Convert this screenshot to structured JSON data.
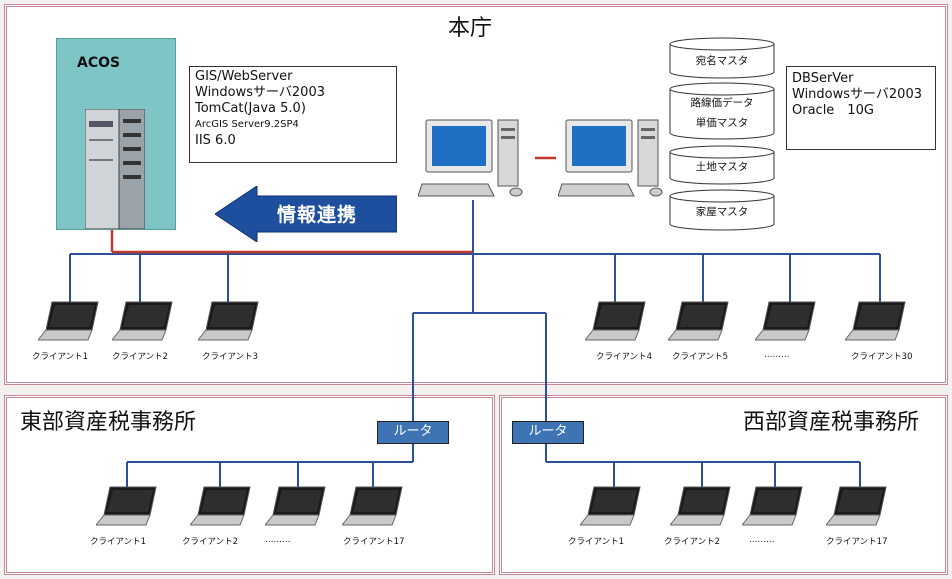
{
  "regions": {
    "honcho": "本庁",
    "east": "東部資産税事務所",
    "west": "西部資産税事務所"
  },
  "acos": "ACOS",
  "gis_server": {
    "line1": "GIS/WebServer",
    "line2": "Windowsサーバ2003",
    "line3": "TomCat(Java 5.0)",
    "line4": "ArcGIS Server9.2SP4",
    "line5": "IIS 6.0"
  },
  "db_server": {
    "line1": "DBSerVer",
    "line2": "Windowsサーバ2003",
    "line3": "Oracle　10G"
  },
  "databases": {
    "db1": "宛名マスタ",
    "db2a": "路線価データ",
    "db2b": "単価マスタ",
    "db3": "土地マスタ",
    "db4": "家屋マスタ"
  },
  "arrow_label": "情報連携",
  "router_label": "ルータ",
  "honcho_clients": [
    "クライアント1",
    "クライアント2",
    "クライアント3",
    "クライアント4",
    "クライアント5",
    "………",
    "クライアント30"
  ],
  "east_clients": [
    "クライアント1",
    "クライアント2",
    "………",
    "クライアント17"
  ],
  "west_clients": [
    "クライアント1",
    "クライアント2",
    "………",
    "クライアント17"
  ],
  "colors": {
    "line_blue": "#2b4f9f",
    "line_red": "#c0392b",
    "acos_fill": "#7ec6c6",
    "arrow_fill": "#1e4f9e",
    "router_fill": "#3f74b4",
    "border": "#c48a96"
  }
}
